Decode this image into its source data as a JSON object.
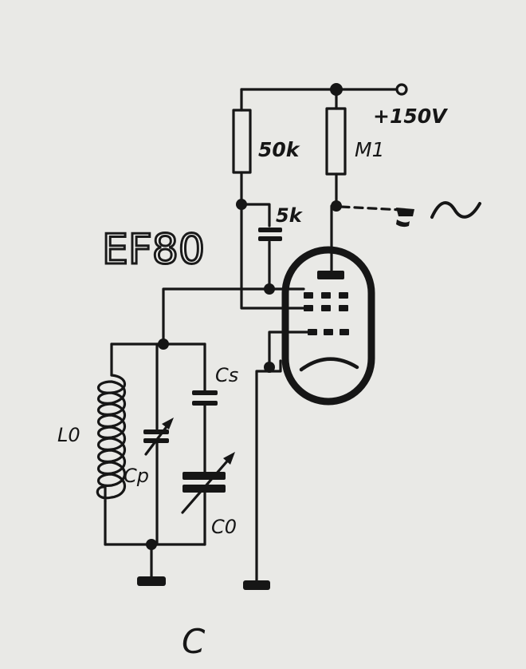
{
  "diagram": {
    "tube_type": "EF80",
    "supply_label": "+150V",
    "figure_label": "C",
    "output_symbol": "~",
    "components": {
      "r_screen": "50k",
      "r_anode": "M1",
      "c_screen": "5k",
      "c_s": "Cs",
      "c_p": "Cp",
      "c_0": "C0",
      "l_0": "L0"
    }
  }
}
